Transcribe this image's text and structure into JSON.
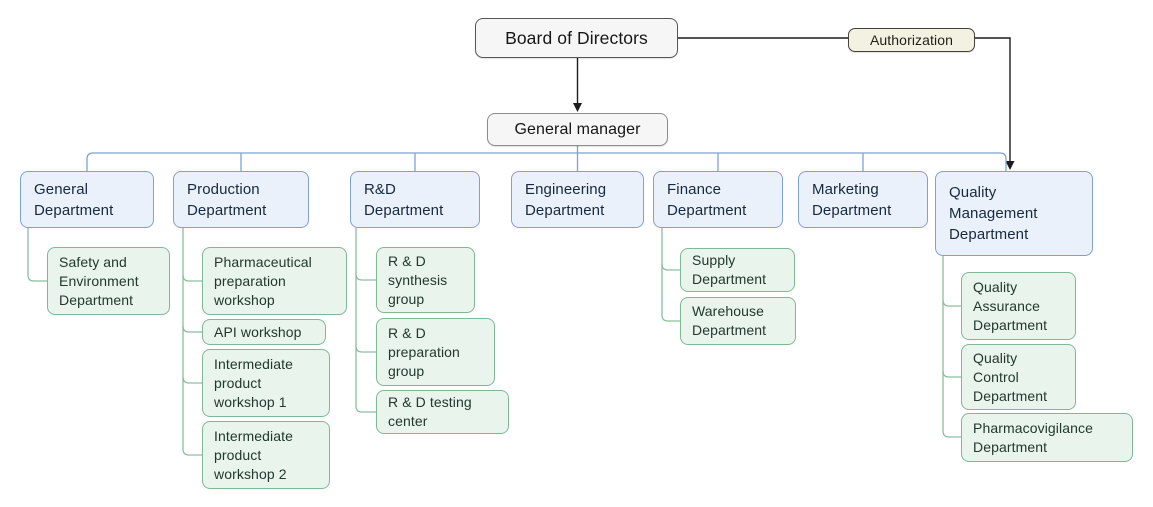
{
  "diagram_type": "organization-chart",
  "nodes": {
    "board": {
      "label": "Board of Directors"
    },
    "authorization": {
      "label": "Authorization"
    },
    "general_manager": {
      "label": "General manager"
    }
  },
  "departments": [
    {
      "label": "General Department",
      "children": [
        {
          "label": "Safety and Environment Department"
        }
      ]
    },
    {
      "label": "Production Department",
      "children": [
        {
          "label": "Pharmaceutical preparation workshop"
        },
        {
          "label": "API workshop"
        },
        {
          "label": "Intermediate product workshop 1"
        },
        {
          "label": "Intermediate product workshop 2"
        }
      ]
    },
    {
      "label": "R&D Department",
      "children": [
        {
          "label": "R & D synthesis group"
        },
        {
          "label": "R & D preparation group"
        },
        {
          "label": "R & D testing center"
        }
      ]
    },
    {
      "label": "Engineering Department",
      "children": []
    },
    {
      "label": "Finance Department",
      "children": [
        {
          "label": "Supply Department"
        },
        {
          "label": "Warehouse Department"
        }
      ]
    },
    {
      "label": "Marketing Department",
      "children": []
    },
    {
      "label": "Quality Management Department",
      "children": [
        {
          "label": "Quality Assurance Department"
        },
        {
          "label": "Quality Control Department"
        },
        {
          "label": "Pharmacovigilance Department"
        }
      ]
    }
  ],
  "colors": {
    "dept_fill": "#EAF1FB",
    "dept_border": "#7CA1D6",
    "sub_fill": "#E8F4EC",
    "sub_border": "#7FB895",
    "connector_blue": "#7CA1D6",
    "connector_green": "#8CBD9F",
    "line_black": "#1C1C1C",
    "gray_fill": "#F6F6F6",
    "authorization_fill": "#F3F2E2"
  }
}
